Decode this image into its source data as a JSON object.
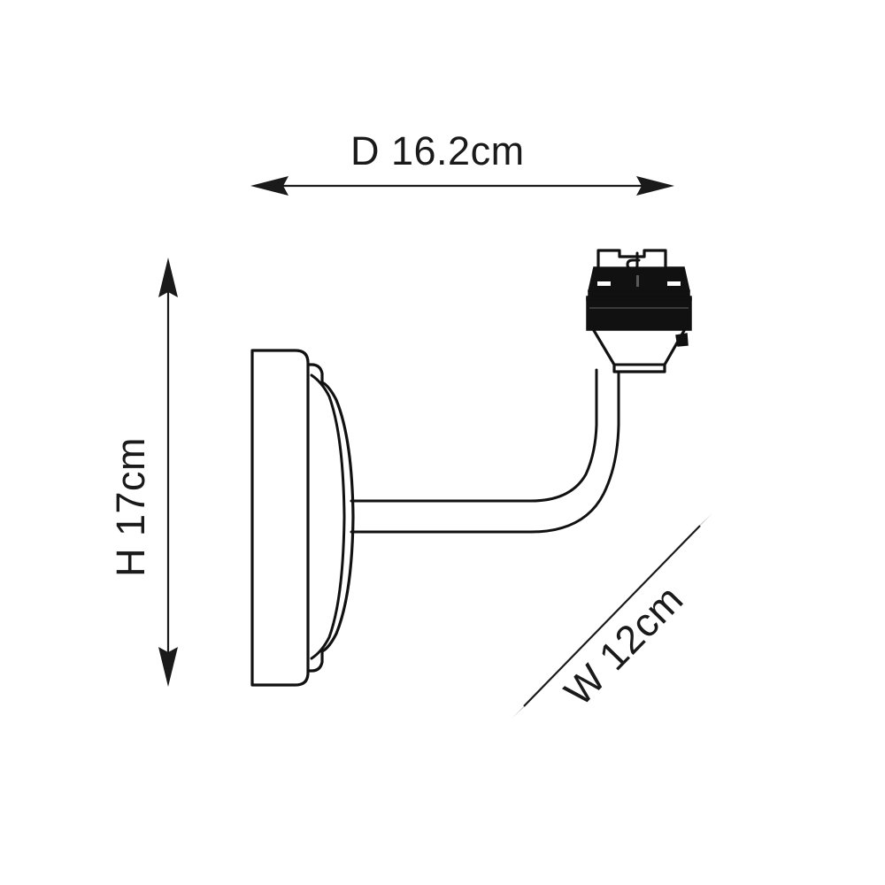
{
  "diagram": {
    "title": "wall light dimension diagram",
    "subject": "wall-mounted lamp with curved arm and bayonet lampholder",
    "line_color": "#111111",
    "text_color": "#1a1a1a",
    "background_color": "#ffffff"
  },
  "dimensions": {
    "depth": {
      "label": "D 16.2cm",
      "axis": "horizontal",
      "value": 16.2,
      "unit": "cm",
      "prefix": "D"
    },
    "height": {
      "label": "H 17cm",
      "axis": "vertical",
      "value": 17,
      "unit": "cm",
      "prefix": "H"
    },
    "width": {
      "label": "W 12cm",
      "axis": "diagonal",
      "value": 12,
      "unit": "cm",
      "prefix": "W"
    }
  },
  "parts": {
    "wall_plate": "wall-mounting backplate",
    "dome": "domed ceiling rose",
    "arm": "curved tubular arm",
    "lampholder": "bayonet cap lampholder",
    "bayonet_slot": "bayonet locking slot"
  }
}
